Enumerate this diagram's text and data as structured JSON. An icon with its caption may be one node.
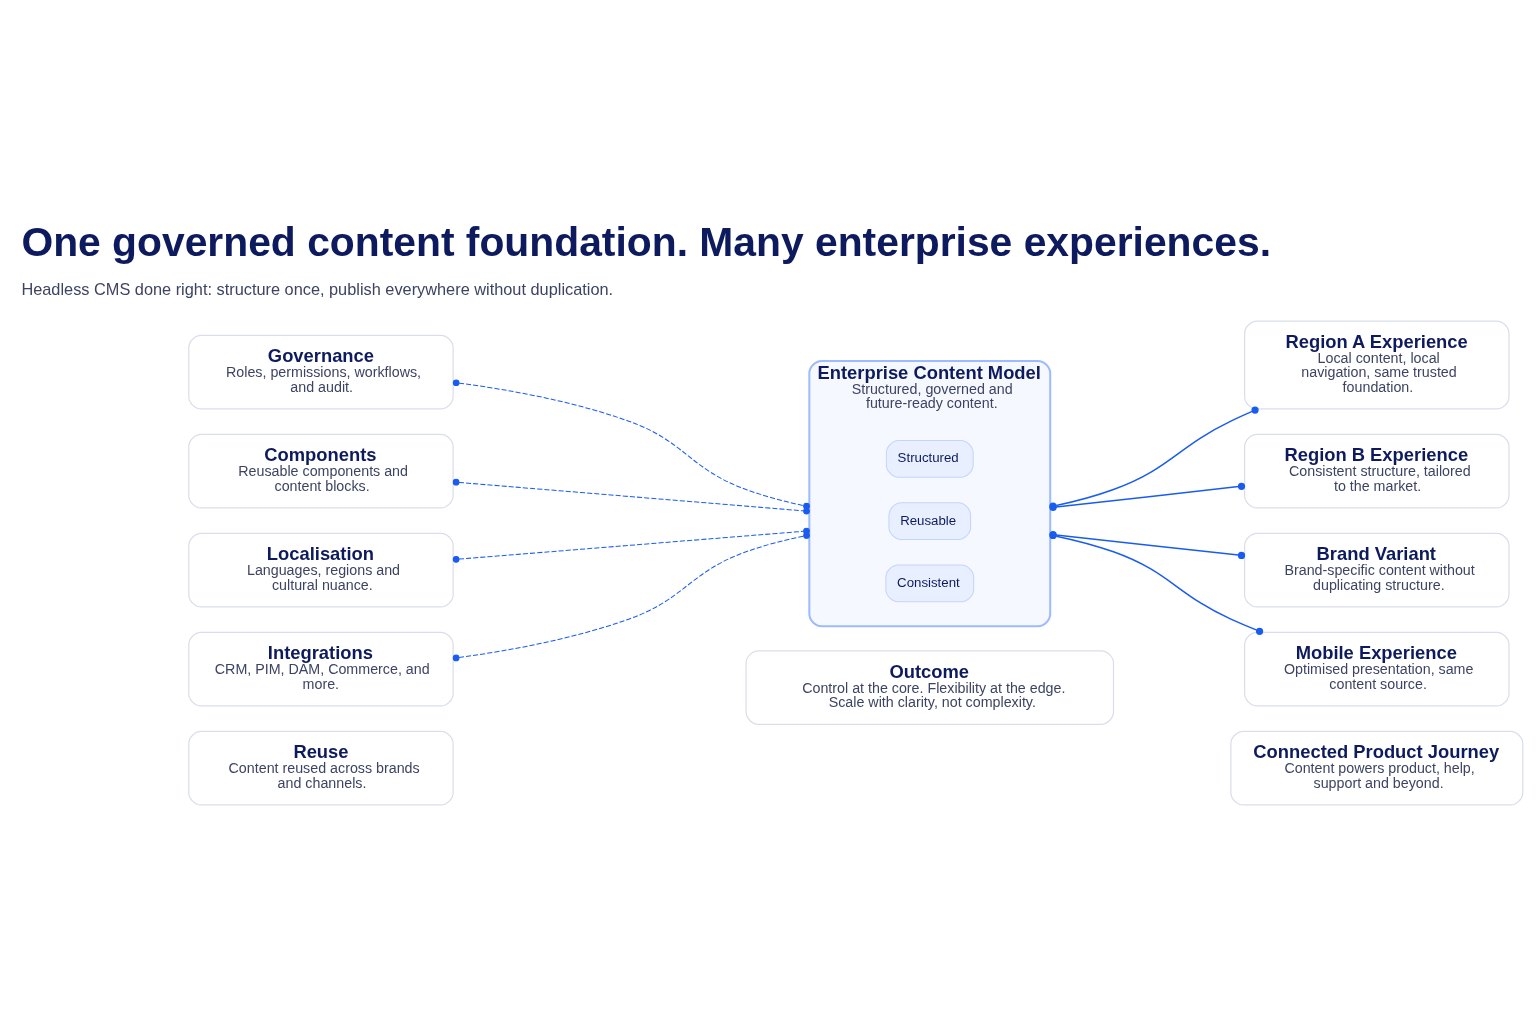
{
  "diagram": {
    "title": "One governed content foundation. Many enterprise experiences.",
    "nodes": [
      {
        "text": [
          "Governance",
          "Roles, permissions, workflows, and audit."
        ]
      },
      {
        "text": [
          "Components",
          "Reusable components and content blocks."
        ]
      },
      {
        "text": [
          "Localisation",
          "Languages, regions and cultural nuance."
        ]
      },
      {
        "text": [
          "Integrations",
          "CRM, PIM, DAM, Commerce, and more."
        ]
      },
      {
        "text": [
          "Reuse",
          "Content reused across brands and channels."
        ]
      },
      {
        "text": [
          "Enterprise Content Model",
          "Structured, governed and future-ready content."
        ]
      },
      {
        "text": [
          "Structured"
        ],
        "in": 5
      },
      {
        "text": [
          "Reusable"
        ],
        "in": 5
      },
      {
        "text": [
          "Consistent"
        ],
        "in": 5
      },
      {
        "text": [
          "Region A Experience",
          "Local content, local navigation, same trusted foundation."
        ]
      },
      {
        "text": [
          "Region B Experience",
          "Consistent structure, tailored to the market."
        ]
      },
      {
        "text": [
          "Brand Variant",
          "Brand-specific content without duplicating structure."
        ]
      },
      {
        "text": [
          "Mobile Experience",
          "Optimised presentation, same content source."
        ]
      },
      {
        "text": [
          "Connected Product Journey",
          "Content powers product, help, support and beyond."
        ]
      },
      {
        "text": [
          "Outcome",
          "Control at the core. Flexibility at the edge. Scale with clarity, not complexity."
        ]
      }
    ],
    "edges": [
      {
        "from": 0,
        "to": 5,
        "arrow": "other",
        "style": "dashed"
      },
      {
        "from": 1,
        "to": 5,
        "arrow": "other",
        "style": "dashed"
      },
      {
        "from": 2,
        "to": 5,
        "arrow": "other",
        "style": "dashed"
      },
      {
        "from": 3,
        "to": 5,
        "arrow": "other",
        "style": "dashed"
      },
      {
        "from": 5,
        "to": 9,
        "arrow": "other"
      },
      {
        "from": 5,
        "to": 10,
        "arrow": "other"
      },
      {
        "from": 5,
        "to": 11,
        "arrow": "other"
      },
      {
        "from": 5,
        "to": 12,
        "arrow": "other"
      }
    ],
    "labels": [
      "Headless CMS done right: structure once, publish everywhere without duplication."
    ]
  }
}
